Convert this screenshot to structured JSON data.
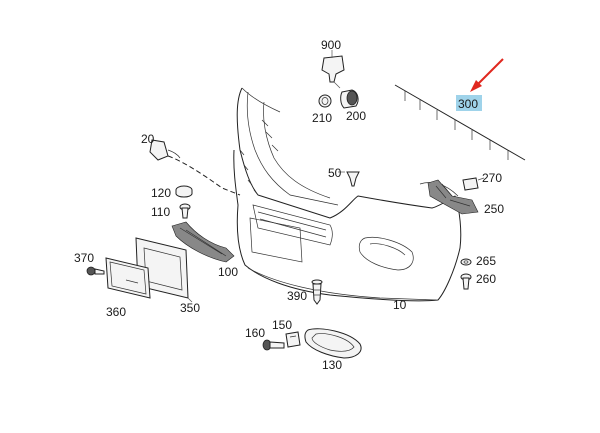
{
  "parts": [
    {
      "id": "p900",
      "label": "900"
    },
    {
      "id": "p210",
      "label": "210"
    },
    {
      "id": "p200",
      "label": "200"
    },
    {
      "id": "p300",
      "label": "300",
      "highlighted": true
    },
    {
      "id": "p20",
      "label": "20"
    },
    {
      "id": "p50",
      "label": "50"
    },
    {
      "id": "p270",
      "label": "270"
    },
    {
      "id": "p250",
      "label": "250"
    },
    {
      "id": "p120",
      "label": "120"
    },
    {
      "id": "p110",
      "label": "110"
    },
    {
      "id": "p100",
      "label": "100"
    },
    {
      "id": "p370",
      "label": "370"
    },
    {
      "id": "p265",
      "label": "265"
    },
    {
      "id": "p260",
      "label": "260"
    },
    {
      "id": "p390",
      "label": "390"
    },
    {
      "id": "p10",
      "label": "10"
    },
    {
      "id": "p350",
      "label": "350"
    },
    {
      "id": "p360",
      "label": "360"
    },
    {
      "id": "p160",
      "label": "160"
    },
    {
      "id": "p150",
      "label": "150"
    },
    {
      "id": "p130",
      "label": "130"
    }
  ],
  "colors": {
    "highlight_fill": "#9fd3ea",
    "arrow": "#e0281f",
    "line": "#222222"
  }
}
